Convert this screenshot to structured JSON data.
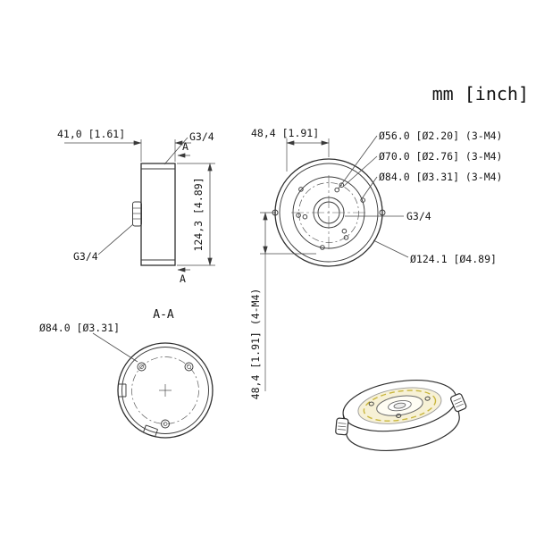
{
  "units_label": "mm [inch]",
  "colors": {
    "line": "#2f2f2f",
    "accent_yellow": "#c9b63d",
    "plate_fill": "#f7f1d6"
  },
  "side_view": {
    "width_dim": "41,0 [1.61]",
    "height_dim": "124,3 [4.89]",
    "thread_top_label": "G3/4",
    "thread_side_label": "G3/4",
    "section_letter_top": "A",
    "section_letter_bottom": "A"
  },
  "front_view": {
    "top_dim": "48,4 [1.91]",
    "left_dim": "48,4 [1.91] (4-M4)",
    "bolt_circle_labels": [
      "Ø56.0 [Ø2.20] (3-M4)",
      "Ø70.0 [Ø2.76] (3-M4)",
      "Ø84.0 [Ø3.31] (3-M4)"
    ],
    "thread_label": "G3/4",
    "outer_diameter": "Ø124.1 [Ø4.89]"
  },
  "section_view": {
    "title": "A-A",
    "bolt_circle_dim": "Ø84.0 [Ø3.31]"
  }
}
